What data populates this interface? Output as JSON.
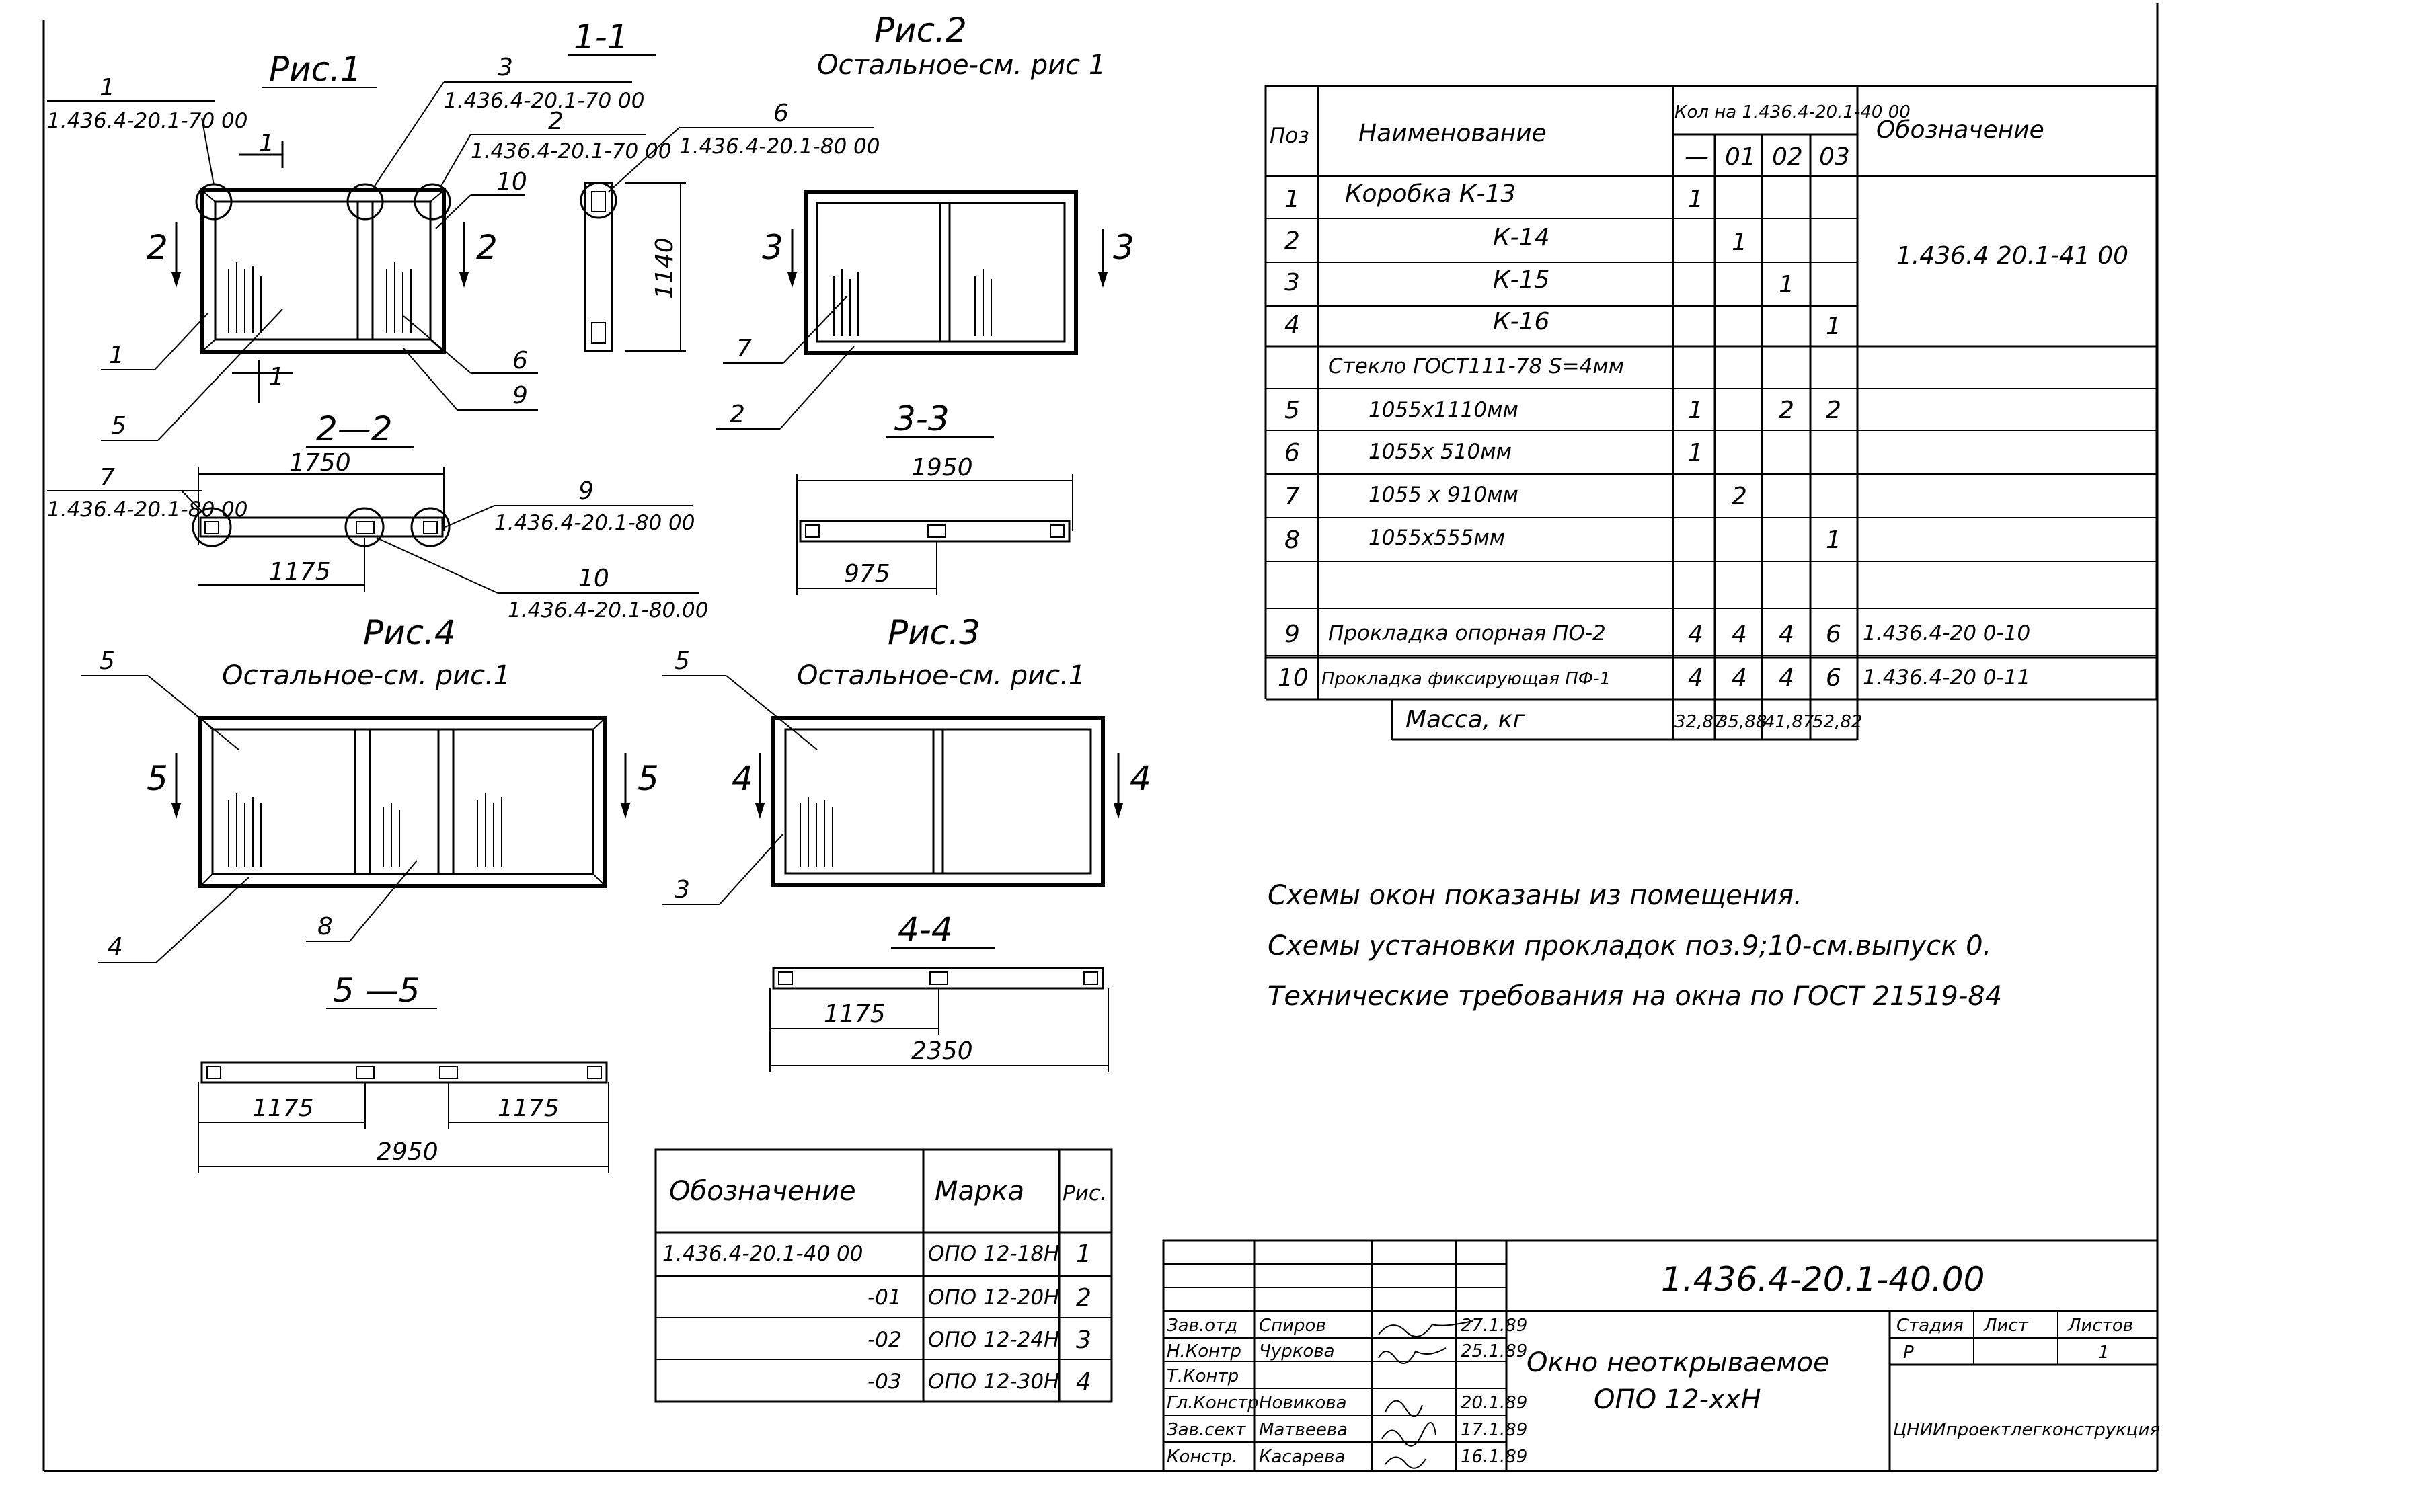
{
  "figures": {
    "fig1": {
      "title": "Рис.1",
      "callouts": {
        "c1": "1",
        "c1_ref": "1.436.4-20.1-70 00",
        "c3": "3",
        "c3_ref": "1.436.4-20.1-70 00",
        "c2": "2",
        "c2_ref": "1.436.4-20.1-70 00",
        "c10": "10",
        "c6": "6",
        "c9": "9",
        "c1b": "1",
        "c5": "5"
      },
      "section_mark": "1",
      "side_mark": "2"
    },
    "sec11": {
      "title": "1-1",
      "callout": "6",
      "callout_ref": "1.436.4-20.1-80 00",
      "height": "1140"
    },
    "fig2": {
      "title": "Рис.2",
      "subtitle": "Остальное-см. рис 1",
      "side_mark": "3",
      "c7": "7",
      "c2": "2"
    },
    "sec22": {
      "title": "2—2",
      "width": "1750",
      "half": "1175",
      "c7": "7",
      "c7_ref": "1.436.4-20.1-80 00",
      "c9": "9",
      "c9_ref": "1.436.4-20.1-80 00",
      "c10": "10",
      "c10_ref": "1.436.4-20.1-80.00"
    },
    "sec33": {
      "title": "3-3",
      "width": "1950",
      "half": "975"
    },
    "fig4": {
      "title": "Рис.4",
      "subtitle": "Остальное-см. рис.1",
      "side_mark": "5",
      "c5": "5",
      "c4": "4",
      "c8": "8"
    },
    "fig3": {
      "title": "Рис.3",
      "subtitle": "Остальное-см. рис.1",
      "side_mark": "4",
      "c5": "5",
      "c3": "3"
    },
    "sec44": {
      "title": "4-4",
      "half": "1175",
      "width": "2350"
    },
    "sec55": {
      "title": "5 —5",
      "left": "1175",
      "right": "1175",
      "width": "2950"
    }
  },
  "spec_table": {
    "headers": {
      "pos": "Поз",
      "name": "Наименование",
      "qty": "Кол на 1.436.4-20.1-40 00",
      "designation": "Обозначение"
    },
    "variants": [
      "—",
      "01",
      "02",
      "03"
    ],
    "rows": [
      {
        "pos": "1",
        "name": "Коробка   К-13",
        "q": [
          "1",
          "",
          "",
          ""
        ],
        "des": ""
      },
      {
        "pos": "2",
        "name": "К-14",
        "q": [
          "",
          "1",
          "",
          ""
        ],
        "des": "1.436.4 20.1-41 00"
      },
      {
        "pos": "3",
        "name": "К-15",
        "q": [
          "",
          "",
          "1",
          ""
        ],
        "des": ""
      },
      {
        "pos": "4",
        "name": "К-16",
        "q": [
          "",
          "",
          "",
          "1"
        ],
        "des": ""
      },
      {
        "pos": "",
        "name": "Стекло ГОСТ111-78 S=4мм",
        "q": [
          "",
          "",
          "",
          ""
        ],
        "des": ""
      },
      {
        "pos": "5",
        "name": "1055x1110мм",
        "q": [
          "1",
          "",
          "2",
          "2"
        ],
        "des": ""
      },
      {
        "pos": "6",
        "name": "1055x 510мм",
        "q": [
          "1",
          "",
          "",
          ""
        ],
        "des": ""
      },
      {
        "pos": "7",
        "name": "1055 x 910мм",
        "q": [
          "",
          "2",
          "",
          ""
        ],
        "des": ""
      },
      {
        "pos": "8",
        "name": "1055x555мм",
        "q": [
          "",
          "",
          "",
          "1"
        ],
        "des": ""
      },
      {
        "pos": "",
        "name": "",
        "q": [
          "",
          "",
          "",
          ""
        ],
        "des": ""
      },
      {
        "pos": "9",
        "name": "Прокладка  опорная ПО-2",
        "q": [
          "4",
          "4",
          "4",
          "6"
        ],
        "des": "1.436.4-20 0-10"
      },
      {
        "pos": "10",
        "name": "Прокладка фиксирующая ПФ-1",
        "q": [
          "4",
          "4",
          "4",
          "6"
        ],
        "des": "1.436.4-20 0-11"
      }
    ],
    "mass": {
      "label": "Масса, кг",
      "values": [
        "32,87",
        "35,88",
        "41,87",
        "52,82"
      ]
    }
  },
  "notes": [
    "Схемы окон показаны из помещения.",
    "Схемы установки прокладок поз.9;10-см.выпуск 0.",
    "Технические требования на окна по ГОСТ 21519-84"
  ],
  "marks_table": {
    "headers": {
      "designation": "Обозначение",
      "mark": "Марка",
      "fig": "Рис."
    },
    "rows": [
      {
        "designation": "1.436.4-20.1-40 00",
        "mark": "ОПО 12-18Н",
        "fig": "1"
      },
      {
        "designation": "-01",
        "mark": "ОПО 12-20Н",
        "fig": "2"
      },
      {
        "designation": "-02",
        "mark": "ОПО 12-24Н",
        "fig": "3"
      },
      {
        "designation": "-03",
        "mark": "ОПО 12-30Н",
        "fig": "4"
      }
    ]
  },
  "title_block": {
    "code": "1.436.4-20.1-40.00",
    "name_line1": "Окно неоткрываемое",
    "name_line2": "ОПО 12-ххН",
    "stage_label": "Стадия",
    "sheet_label": "Лист",
    "sheets_label": "Листов",
    "stage": "Р",
    "sheets": "1",
    "org": "ЦНИИпроектлегконструкция",
    "signers": [
      {
        "role": "Зав.отд",
        "name": "Спиров",
        "date": "27.1.89"
      },
      {
        "role": "Н.Контр",
        "name": "Чуркова",
        "date": "25.1.89"
      },
      {
        "role": "Т.Контр",
        "name": "",
        "date": ""
      },
      {
        "role": "Гл.Констр.",
        "name": "Новикова",
        "date": "20.1.89"
      },
      {
        "role": "Зав.сект",
        "name": "Матвеева",
        "date": "17.1.89"
      },
      {
        "role": "Констр.",
        "name": "Касарева",
        "date": "16.1.89"
      }
    ]
  }
}
